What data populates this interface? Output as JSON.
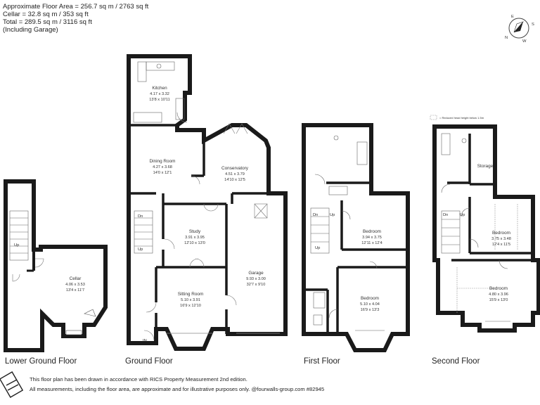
{
  "header": {
    "line1": "Approximate Floor Area = 256.7 sq m / 2763 sq ft",
    "line2": "Cellar = 32.8 sq m / 353 sq ft",
    "line3": "Total = 289.5 sq m / 3116 sq ft",
    "line4": "(Including Garage)"
  },
  "compass": {
    "n": "N",
    "e": "E",
    "s": "S",
    "w": "W"
  },
  "lower_ground": {
    "cellar": {
      "name": "Cellar",
      "metric": "4.06 x 3.53",
      "imperial": "13'4 x 11'7"
    },
    "up": "Up"
  },
  "ground": {
    "kitchen": {
      "name": "Kitchen",
      "metric": "4.17 x 3.32",
      "imperial": "13'8 x 10'11"
    },
    "dining": {
      "name": "Dining Room",
      "metric": "4.27 x 3.68",
      "imperial": "14'0 x 12'1"
    },
    "conservatory": {
      "name": "Conservatory",
      "metric": "4.51 x 3.79",
      "imperial": "14'10 x 12'5"
    },
    "study": {
      "name": "Study",
      "metric": "3.91 x 3.95",
      "imperial": "12'10 x 13'0"
    },
    "sitting": {
      "name": "Sitting Room",
      "metric": "5.10 x 3.91",
      "imperial": "16'9 x 12'10"
    },
    "garage": {
      "name": "Garage",
      "metric": "9.93 x 3.00",
      "imperial": "32'7 x 9'10"
    },
    "dn": "Dn",
    "up": "Up",
    "in": "IN"
  },
  "first": {
    "bedroom1": {
      "name": "Bedroom",
      "metric": "3.94 x 3.75",
      "imperial": "12'11 x 12'4"
    },
    "bedroom2": {
      "name": "Bedroom",
      "metric": "5.10 x 4.04",
      "imperial": "16'9 x 13'3"
    },
    "dn": "Dn",
    "up_a": "Up",
    "up_b": "Up"
  },
  "second": {
    "note": "= Reduced head height below 1.5m",
    "storage": "Storage",
    "bedroom1": {
      "name": "Bedroom",
      "metric": "3.75 x 3.48",
      "imperial": "12'4 x 11'5"
    },
    "bedroom2": {
      "name": "Bedroom",
      "metric": "4.80 x 3.96",
      "imperial": "15'9 x 13'0"
    },
    "dn": "Dn",
    "up": "Up"
  },
  "floor_labels": {
    "lower_ground": "Lower Ground Floor",
    "ground": "Ground Floor",
    "first": "First Floor",
    "second": "Second Floor"
  },
  "footer": {
    "line1": "This floor plan has been drawn in accordance with RICS Property Measurement 2nd edition.",
    "line2": "All measurements, including the floor area, are approximate and for illustrative purposes only. @fourwalls-group.com #82945"
  },
  "colors": {
    "wall": "#1a1a1a",
    "line": "#555555",
    "dashed": "#999999",
    "background": "#ffffff"
  }
}
